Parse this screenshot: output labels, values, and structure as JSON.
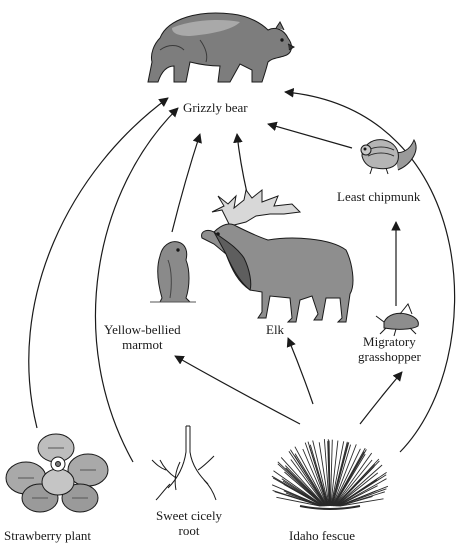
{
  "organisms": {
    "grizzly_bear": "Grizzly bear",
    "least_chipmunk": "Least chipmunk",
    "elk": "Elk",
    "marmot": {
      "line1": "Yellow-bellied",
      "line2": "marmot"
    },
    "grasshopper": {
      "line1": "Migratory",
      "line2": "grasshopper"
    },
    "strawberry_plant": "Strawberry plant",
    "sweet_cicely_root": {
      "line1": "Sweet cicely",
      "line2": "root"
    },
    "idaho_fescue": "Idaho fescue"
  },
  "edges": [
    {
      "from": "least_chipmunk",
      "to": "grizzly_bear"
    },
    {
      "from": "elk",
      "to": "grizzly_bear"
    },
    {
      "from": "marmot",
      "to": "grizzly_bear"
    },
    {
      "from": "strawberry_plant",
      "to": "grizzly_bear"
    },
    {
      "from": "sweet_cicely_root",
      "to": "grizzly_bear"
    },
    {
      "from": "idaho_fescue",
      "to": "grizzly_bear"
    },
    {
      "from": "grasshopper",
      "to": "least_chipmunk"
    },
    {
      "from": "idaho_fescue",
      "to": "grasshopper"
    },
    {
      "from": "idaho_fescue",
      "to": "elk"
    },
    {
      "from": "idaho_fescue",
      "to": "marmot"
    }
  ],
  "colors": {
    "line": "#1a1a1a",
    "fill_dark": "#555555",
    "fill_mid": "#8a8a8a",
    "fill_light": "#c8c8c8"
  }
}
